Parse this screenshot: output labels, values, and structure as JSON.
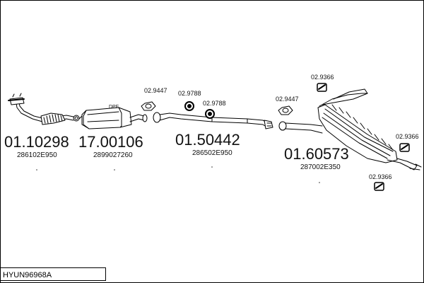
{
  "diagram": {
    "footer_code": "HYUN96968A",
    "dpf_label": "DPF",
    "parts": [
      {
        "number": "01.10298",
        "oem": "286102E950"
      },
      {
        "number": "17.00106",
        "oem": "2899027260"
      },
      {
        "number": "01.50442",
        "oem": "286502E950"
      },
      {
        "number": "01.60573",
        "oem": "287002E350"
      }
    ],
    "fittings": [
      "02.9447",
      "02.9788",
      "02.9788",
      "02.9447",
      "02.9366",
      "02.9366",
      "02.9366"
    ]
  }
}
